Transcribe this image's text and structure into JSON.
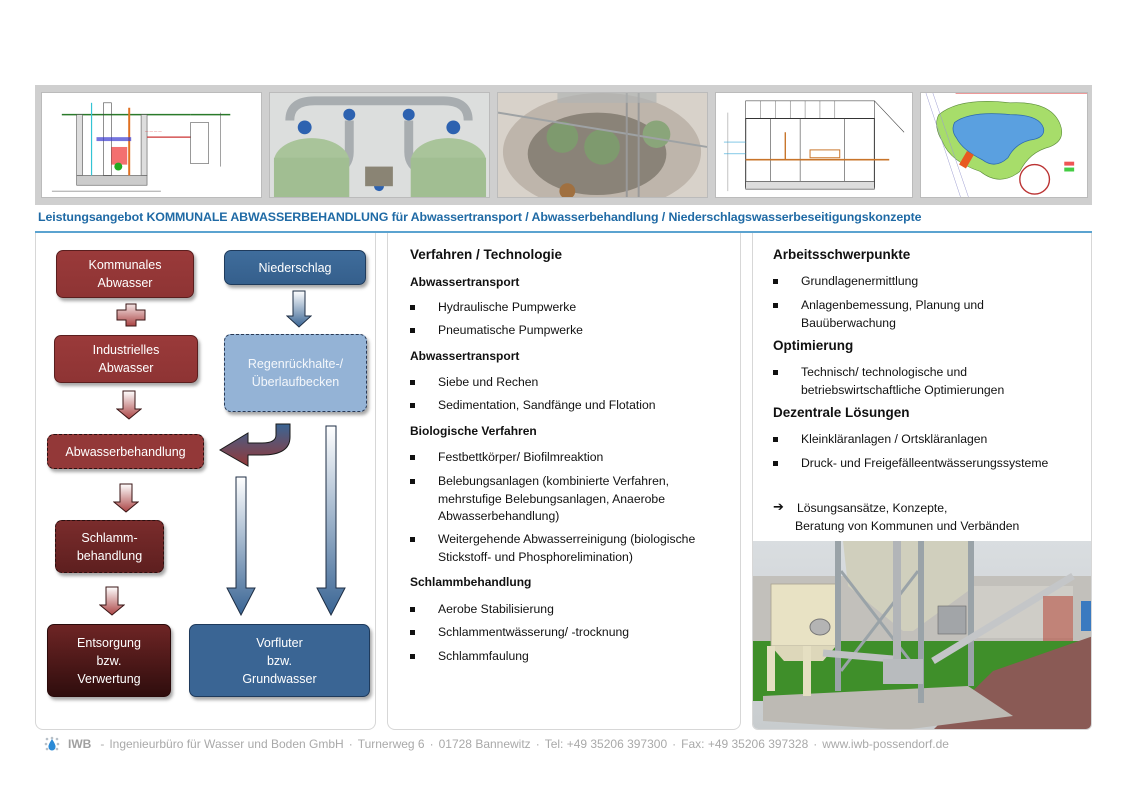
{
  "photo_strip": {
    "images": [
      {
        "name": "pumping-station-drawing",
        "kind": "technical-drawing"
      },
      {
        "name": "pneumatic-pump-photo",
        "kind": "photo"
      },
      {
        "name": "shaft-interior-photo",
        "kind": "photo"
      },
      {
        "name": "treatment-building-drawing",
        "kind": "technical-drawing"
      },
      {
        "name": "retention-basin-plan",
        "kind": "site-plan"
      }
    ]
  },
  "headline": "Leistungsangebot KOMMUNALE ABWASSERBEHANDLUNG  für Abwassertransport /  Abwasserbehandlung /  Niederschlagswasserbeseitigungskonzepte",
  "flow": {
    "kommunales": "Kommunales Abwasser",
    "kommunales_l1": "Kommunales",
    "kommunales_l2": "Abwasser",
    "industrielles_l1": "Industrielles",
    "industrielles_l2": "Abwasser",
    "abwasserbehandlung": "Abwasserbehandlung",
    "schlamm_l1": "Schlamm-",
    "schlamm_l2": "behandlung",
    "entsorgung_l1": "Entsorgung",
    "entsorgung_l2": "bzw.",
    "entsorgung_l3": "Verwertung",
    "niederschlag": "Niederschlag",
    "regen_l1": "Regenrückhalte-/",
    "regen_l2": "Überlaufbecken",
    "vorfluter_l1": "Vorfluter",
    "vorfluter_l2": "bzw.",
    "vorfluter_l3": "Grundwasser"
  },
  "technology": {
    "title": "Verfahren / Technologie",
    "sections": [
      {
        "heading": "Abwassertransport",
        "items": [
          "Hydraulische Pumpwerke",
          "Pneumatische Pumpwerke"
        ]
      },
      {
        "heading": "Abwassertransport",
        "items": [
          "Siebe und Rechen",
          "Sedimentation, Sandfänge und Flotation"
        ]
      },
      {
        "heading": "Biologische Verfahren",
        "items": [
          "Festbettkörper/ Biofilmreaktion",
          "Belebungsanlagen (kombinierte Verfahren, mehrstufige Belebungsanlagen, Anaerobe Abwasserbehandlung)",
          "Weitergehende Abwasserreinigung (biologische Stickstoff- und Phosphorelimination)"
        ]
      },
      {
        "heading": "Schlammbehandlung",
        "items": [
          "Aerobe Stabilisierung",
          "Schlammentwässerung/ -trocknung",
          "Schlammfaulung"
        ]
      }
    ]
  },
  "work": {
    "sections": [
      {
        "heading": "Arbeitsschwerpunkte",
        "items": [
          "Grundlagenermittlung",
          "Anlagenbemessung, Planung und Bauüberwachung"
        ]
      },
      {
        "heading": "Optimierung",
        "items": [
          "Technisch/ technologische und betriebswirtschaftliche Optimierungen"
        ]
      },
      {
        "heading": "Dezentrale Lösungen",
        "items": [
          "Kleinkläranlagen / Ortskläranlagen",
          "Druck- und Freigefälleentwässerungssysteme"
        ]
      }
    ],
    "note_l1": "Lösungsansätze, Konzepte,",
    "note_l2": "Beratung von Kommunen und Verbänden",
    "photo": "sludge-silo-photo"
  },
  "footer": {
    "brand": "IWB",
    "company": "Ingenieurbüro für Wasser und Boden GmbH",
    "street": "Turnerweg 6",
    "city": "01728 Bannewitz",
    "tel": "Tel:  +49 35206 397300",
    "fax": "Fax: +49 35206 397328",
    "web": "www.iwb-possendorf.de",
    "dash": "-",
    "dot": "·"
  },
  "colors": {
    "headline": "#1f6aa5",
    "rule": "#5ba3d0",
    "red": "#933838",
    "dark_red": "#5e1f1f",
    "blue": "#3a6594",
    "light_blue": "#94b3d6"
  }
}
